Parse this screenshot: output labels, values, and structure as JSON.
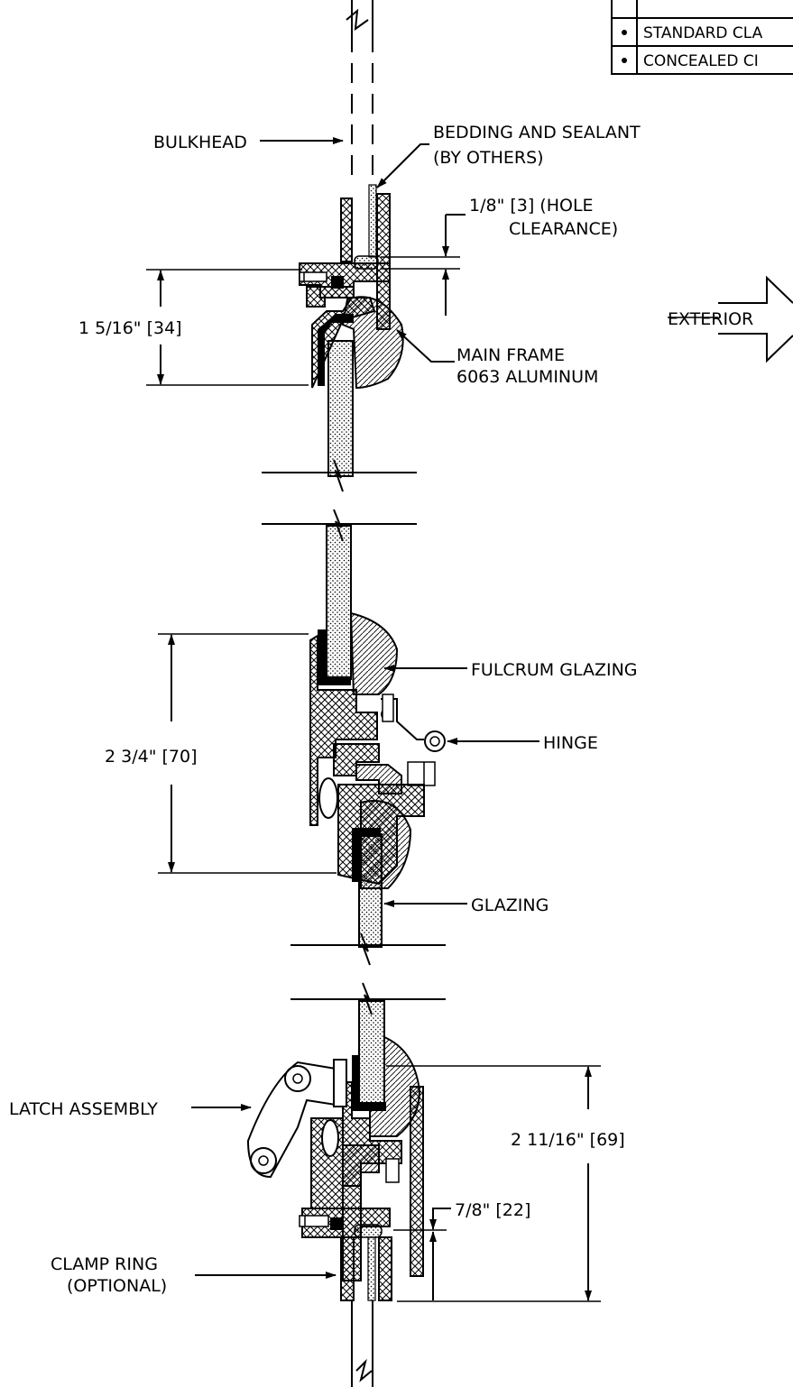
{
  "table": {
    "rows": [
      {
        "marker": "•",
        "text": "STANDARD  CLA"
      },
      {
        "marker": "•",
        "text": "CONCEALED  CI"
      }
    ]
  },
  "labels": {
    "bulkhead": "BULKHEAD",
    "bedding_1": "BEDDING  AND  SEALANT",
    "bedding_2": "(BY  OTHERS)",
    "hole_1": "1/8\"  [3]  (HOLE",
    "hole_2": "CLEARANCE)",
    "dim_top": "1  5/16\"  [34]",
    "exterior": "EXTERIOR",
    "main_frame_1": "MAIN  FRAME",
    "main_frame_2": "6063  ALUMINUM",
    "fulcrum": "FULCRUM  GLAZING",
    "hinge": "HINGE",
    "dim_mid": "2  3/4\"  [70]",
    "glazing": "GLAZING",
    "latch": "LATCH  ASSEMBLY",
    "dim_bot": "2  11/16\"  [69]",
    "dim_78": "7/8\"  [22]",
    "clamp_1": "CLAMP  RING",
    "clamp_2": "(OPTIONAL)"
  },
  "colors": {
    "ink": "#000000",
    "paper": "#ffffff"
  }
}
